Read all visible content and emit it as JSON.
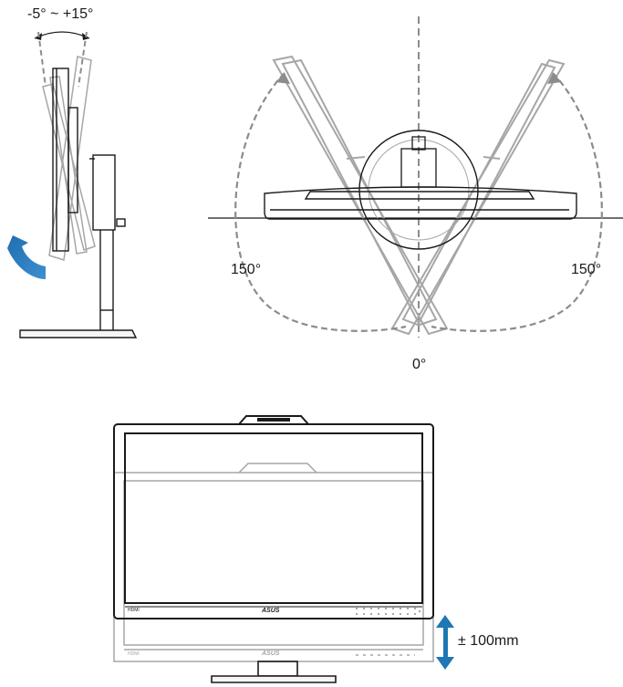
{
  "tilt": {
    "label": "-5° ~ +15°"
  },
  "swivel": {
    "left_label": "150°",
    "right_label": "150°",
    "bottom_label": "0°"
  },
  "height": {
    "label": "± 100mm"
  },
  "monitor": {
    "brand": "ASUS",
    "port_label": "HDMI"
  },
  "colors": {
    "line": "#1a1a1a",
    "ghost": "#a6a6a6",
    "arrow": "#1f77b4",
    "dash": "#8c8c8c"
  }
}
